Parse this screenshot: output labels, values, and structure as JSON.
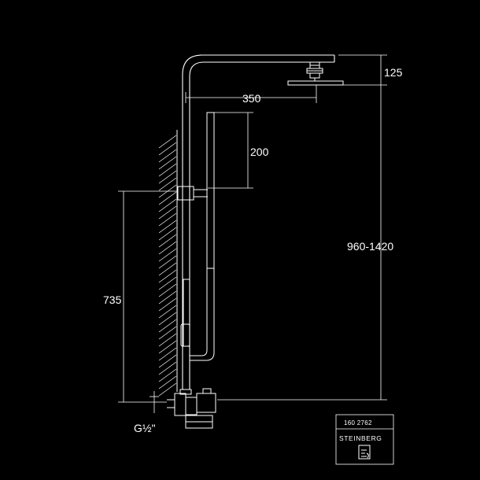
{
  "dimensions": {
    "head_height": "125",
    "arm_reach": "350",
    "handshower_height": "200",
    "overall_height": "960-1420",
    "bracket_height": "735",
    "connection": "G½\""
  },
  "title_block": {
    "article_number": "160 2762",
    "brand": "STEINBERG"
  },
  "colors": {
    "background": "#000000",
    "lines": "#ffffff"
  }
}
